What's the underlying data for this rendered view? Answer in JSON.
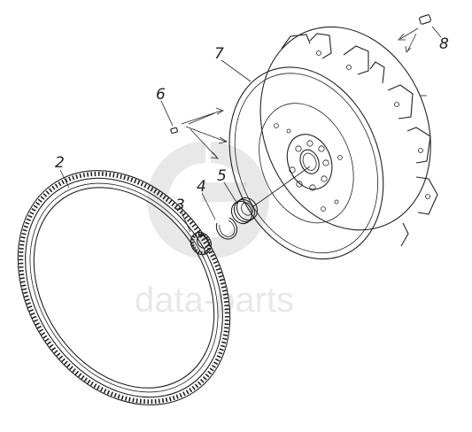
{
  "diagram": {
    "callouts": [
      {
        "id": "ring-gear",
        "label": "2"
      },
      {
        "id": "bearing",
        "label": "3"
      },
      {
        "id": "retaining-ring",
        "label": "4"
      },
      {
        "id": "spring-washer",
        "label": "5"
      },
      {
        "id": "dowel-pin",
        "label": "6"
      },
      {
        "id": "flywheel",
        "label": "7"
      },
      {
        "id": "pin",
        "label": "8"
      }
    ],
    "watermark": {
      "text": "data-parts"
    },
    "colors": {
      "line": "#222222",
      "background": "#ffffff"
    }
  }
}
